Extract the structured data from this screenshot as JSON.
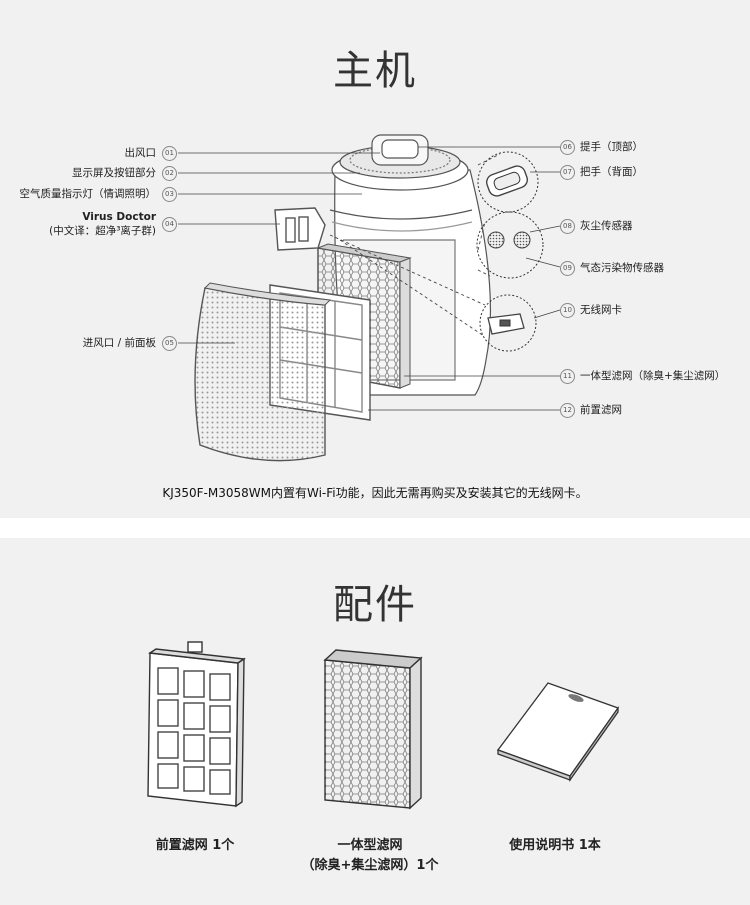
{
  "main_section": {
    "title": "主机",
    "parts": [
      {
        "num": "01",
        "label": "出风口"
      },
      {
        "num": "02",
        "label": "显示屏及按钮部分"
      },
      {
        "num": "03",
        "label": "空气质量指示灯（情调照明）"
      },
      {
        "num": "04",
        "label": "Virus Doctor",
        "sub": "(中文译：超净³离子群)"
      },
      {
        "num": "05",
        "label": "进风口 / 前面板"
      },
      {
        "num": "06",
        "label": "提手（顶部）"
      },
      {
        "num": "07",
        "label": "把手（背面）"
      },
      {
        "num": "08",
        "label": "灰尘传感器"
      },
      {
        "num": "09",
        "label": "气态污染物传感器"
      },
      {
        "num": "10",
        "label": "无线网卡"
      },
      {
        "num": "11",
        "label": "一体型滤网（除臭+集尘滤网）"
      },
      {
        "num": "12",
        "label": "前置滤网"
      }
    ],
    "note": "KJ350F-M3058WM内置有Wi-Fi功能，因此无需再购买及安装其它的无线网卡。"
  },
  "accessories_section": {
    "title": "配件",
    "items": [
      {
        "line1": "前置滤网 1个",
        "line2": ""
      },
      {
        "line1": "一体型滤网",
        "line2": "（除臭+集尘滤网）1个"
      },
      {
        "line1": "使用说明书 1本",
        "line2": ""
      }
    ]
  }
}
